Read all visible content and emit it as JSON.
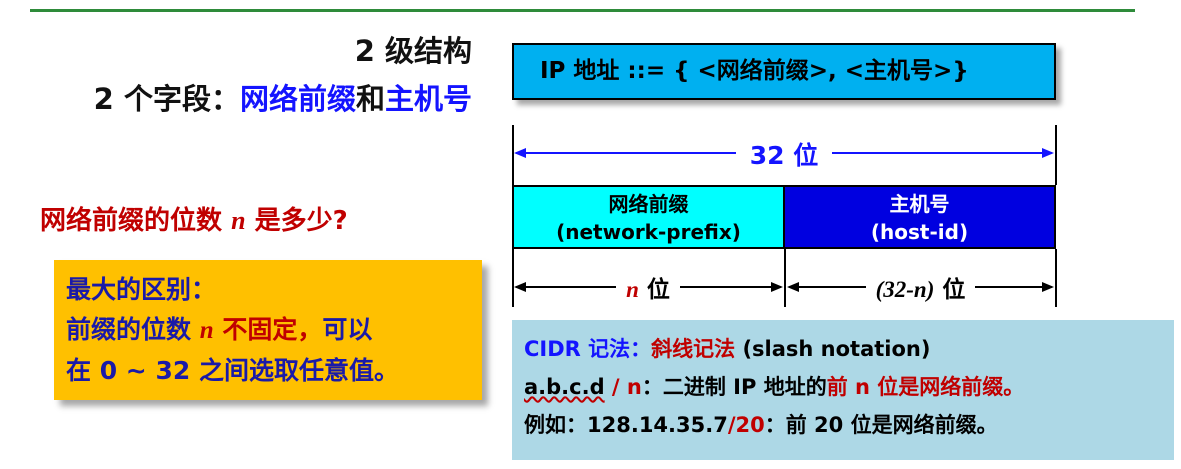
{
  "left": {
    "title_line1": "2 级结构",
    "title_line2_prefix": "2 个字段：",
    "title_line2_prefix_term": "网络前缀",
    "title_line2_and": "和",
    "title_line2_host_term": "主机号",
    "question_part1": "网络前缀的位数 ",
    "question_var": "n",
    "question_part2": " 是多少?",
    "diff_line1": "最大的区别：",
    "diff_line2_part1": "前缀的位数 ",
    "diff_line2_var": "n",
    "diff_line2_part2": " 不固定，",
    "diff_line2_part3": "可以",
    "diff_line3": "在 0 ~ 32 之间选取任意值。"
  },
  "diagram": {
    "ip_def": "IP 地址 ::= { <网络前缀>, <主机号>}",
    "total_bits_label": "32 位",
    "prefix_label": "网络前缀",
    "prefix_label_en": "(network-prefix)",
    "host_label": "主机号",
    "host_label_en": "(host-id)",
    "n_var": "n",
    "n_unit": " 位",
    "host_bits_var": "(32-n)",
    "host_bits_unit": " 位",
    "colors": {
      "ip_box": "#00b0f0",
      "prefix_box": "#00ffff",
      "host_box": "#0000e0",
      "arrow_label": "#1414ff"
    }
  },
  "cidr": {
    "title_part1": "CIDR 记法：",
    "title_part2": "斜线记法",
    "title_part3": " (slash notation)",
    "line2_abcd": "a.b.c.d",
    "line2_slash": " / n",
    "line2_mid": "：二进制 IP 地址的",
    "line2_red": "前 n 位是网络前缀。",
    "line3_part1": "例如：128.14.35.7",
    "line3_slash": "/20",
    "line3_part2": "：前 20 位是网络前缀。"
  }
}
